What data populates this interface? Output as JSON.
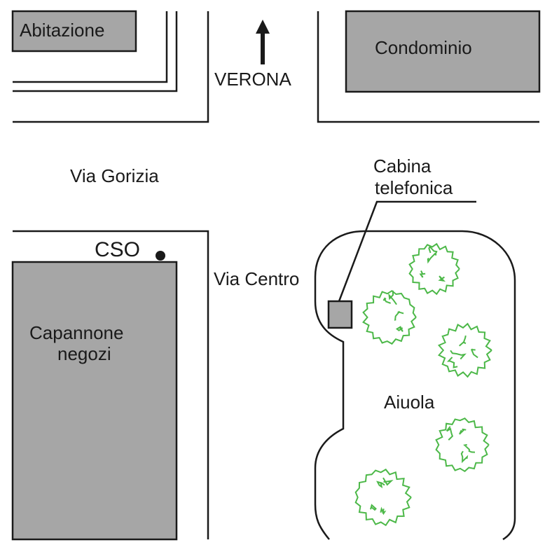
{
  "map": {
    "buildings": {
      "abitazione": "Abitazione",
      "condominio": "Condominio",
      "capannone_line1": "Capannone",
      "capannone_line2": "negozi"
    },
    "streets": {
      "via_gorizia": "Via Gorizia",
      "via_centro": "Via Centro"
    },
    "direction": {
      "label": "VERONA",
      "icon": "arrow-up-icon"
    },
    "landmarks": {
      "cabina_line1": "Cabina",
      "cabina_line2": "telefonica",
      "aiuola": "Aiuola",
      "cso": "CSO"
    },
    "colors": {
      "building_fill": "#a6a6a6",
      "tree_stroke": "#4cb848",
      "line": "#1a1a1a"
    }
  }
}
